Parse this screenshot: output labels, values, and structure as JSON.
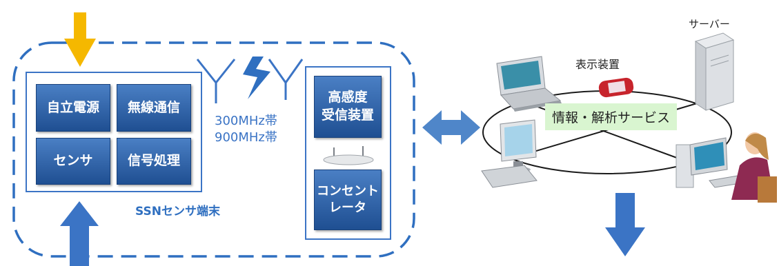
{
  "terminal": {
    "blocks": [
      "自立電源",
      "無線通信",
      "センサ",
      "信号処理"
    ],
    "label": "SSNセンサ端末"
  },
  "bands": "300MHz帯\n900MHz帯",
  "receiver": {
    "label": "高感度\n受信装置"
  },
  "concentrator": {
    "label": "コンセント\nレータ"
  },
  "network": {
    "service_label": "情報・解析サービス",
    "display_label": "表示装置",
    "server_label": "サーバー"
  },
  "colors": {
    "blue": "#3b74c5",
    "dashed": "#2f6fc0",
    "yellow": "#f5b800",
    "service_bg": "#d9f5d0"
  }
}
